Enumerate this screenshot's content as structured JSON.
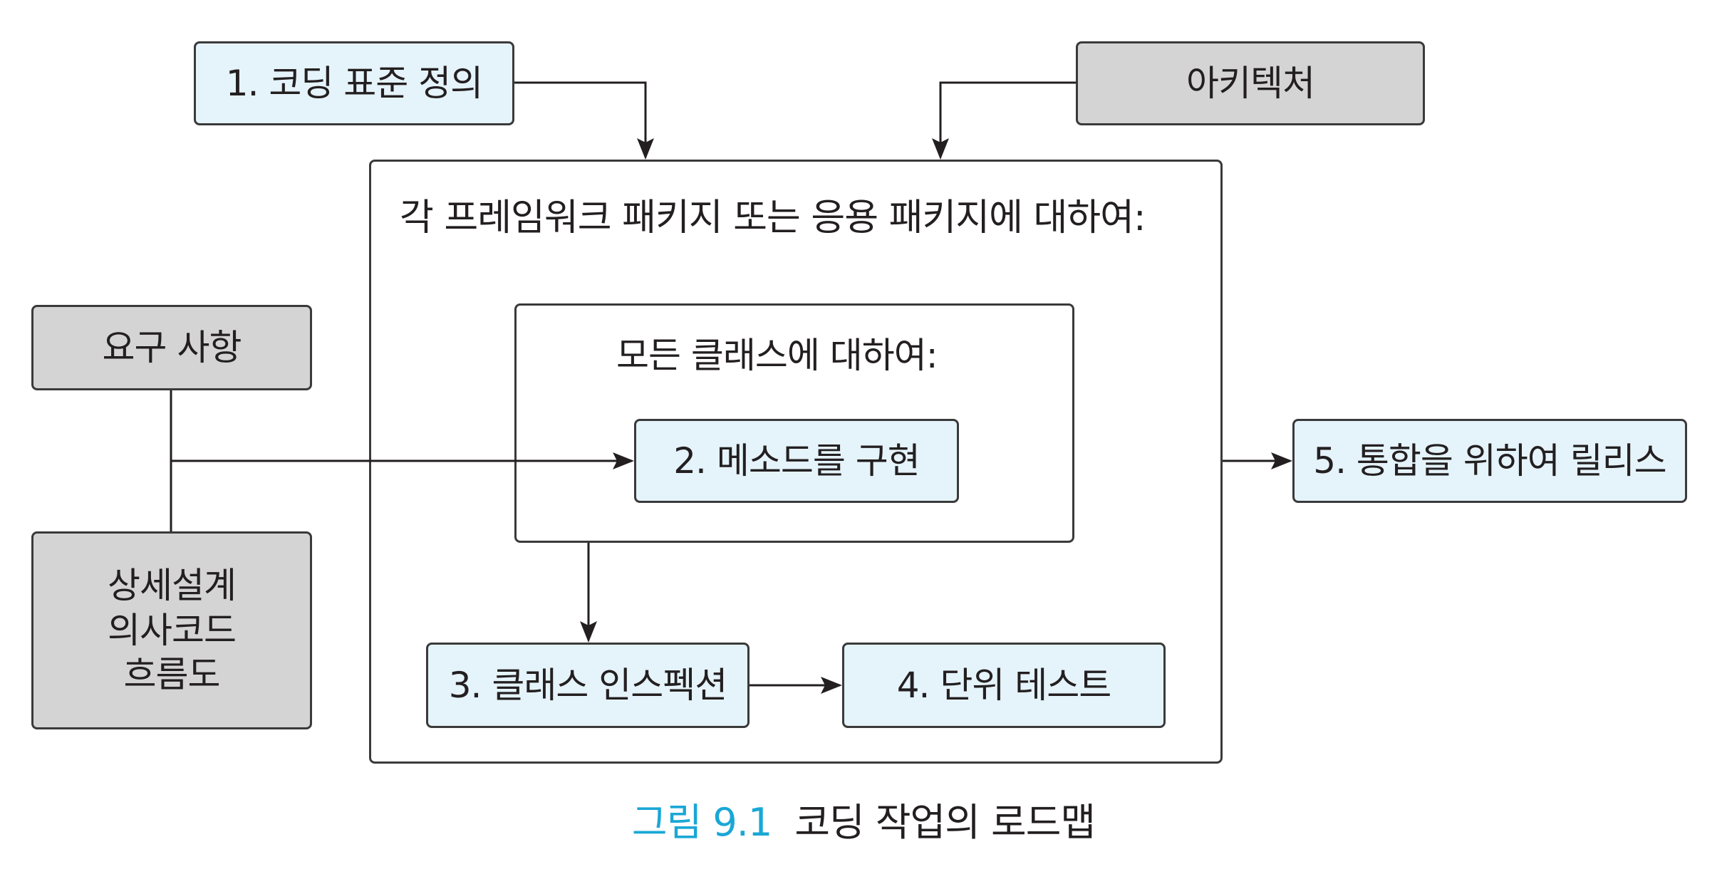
{
  "diagram": {
    "nodes": {
      "coding_standard": "1. 코딩 표준 정의",
      "architecture": "아키텍처",
      "requirements": "요구 사항",
      "design_lines": [
        "상세설계",
        "의사코드",
        "흐름도"
      ],
      "implement_methods": "2. 메소드를 구현",
      "class_inspection": "3. 클래스 인스펙션",
      "unit_test": "4. 단위 테스트",
      "release": "5. 통합을 위하여 릴리스"
    },
    "containers": {
      "outer_title": "각 프레임워크 패키지 또는 응용 패키지에 대하여:",
      "inner_title": "모든 클래스에 대하여:"
    },
    "colors": {
      "step_box": "#e5f3fa",
      "input_box": "#d4d4d4",
      "caption_label": "#1aa7d6",
      "line": "#231f20"
    }
  },
  "caption": {
    "label": "그림 9.1",
    "text": "코딩 작업의 로드맵"
  }
}
